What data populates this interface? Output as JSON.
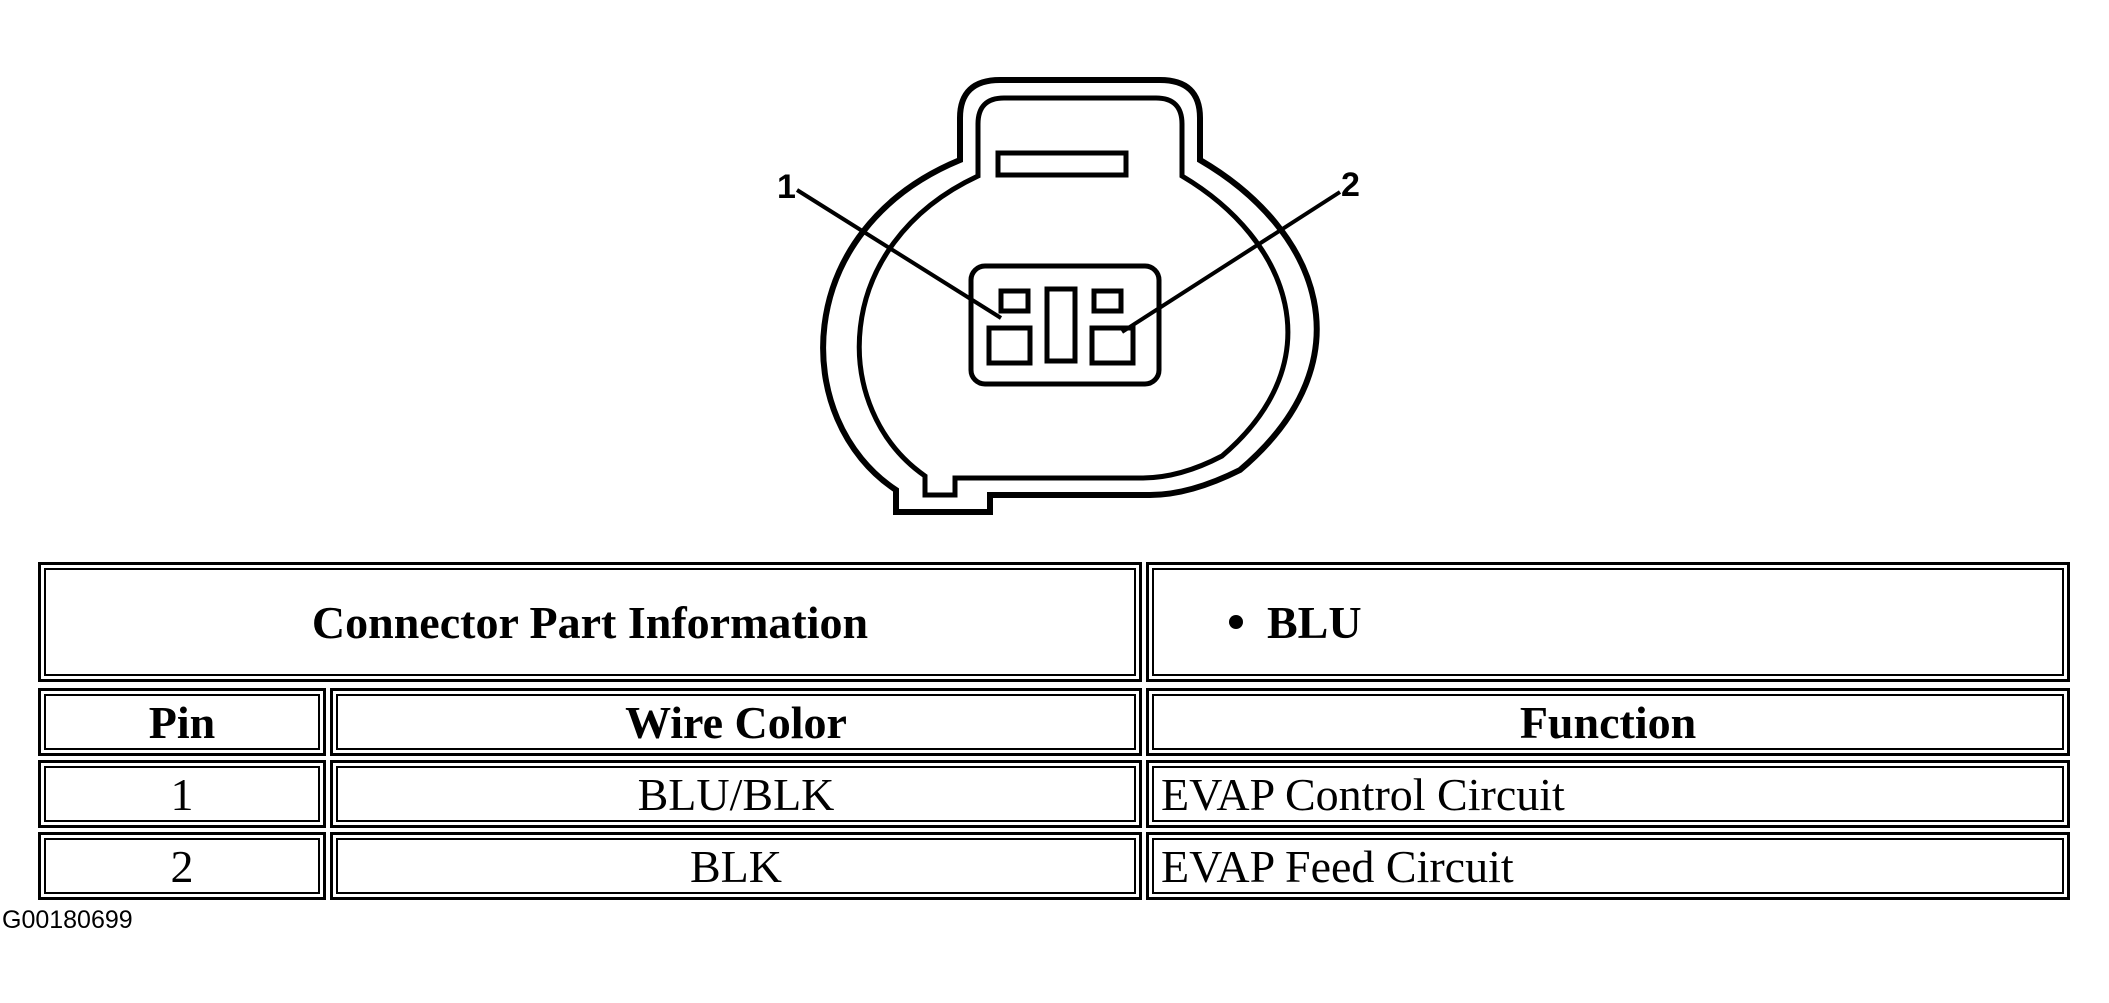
{
  "diagram": {
    "pin_labels": [
      "1",
      "2"
    ]
  },
  "table": {
    "header": {
      "title": "Connector Part Information",
      "info": "BLU"
    },
    "columns": [
      "Pin",
      "Wire Color",
      "Function"
    ],
    "rows": [
      {
        "pin": "1",
        "wire_color": "BLU/BLK",
        "function": "EVAP Control Circuit"
      },
      {
        "pin": "2",
        "wire_color": "BLK",
        "function": "EVAP Feed Circuit"
      }
    ]
  },
  "figure_code": "G00180699"
}
